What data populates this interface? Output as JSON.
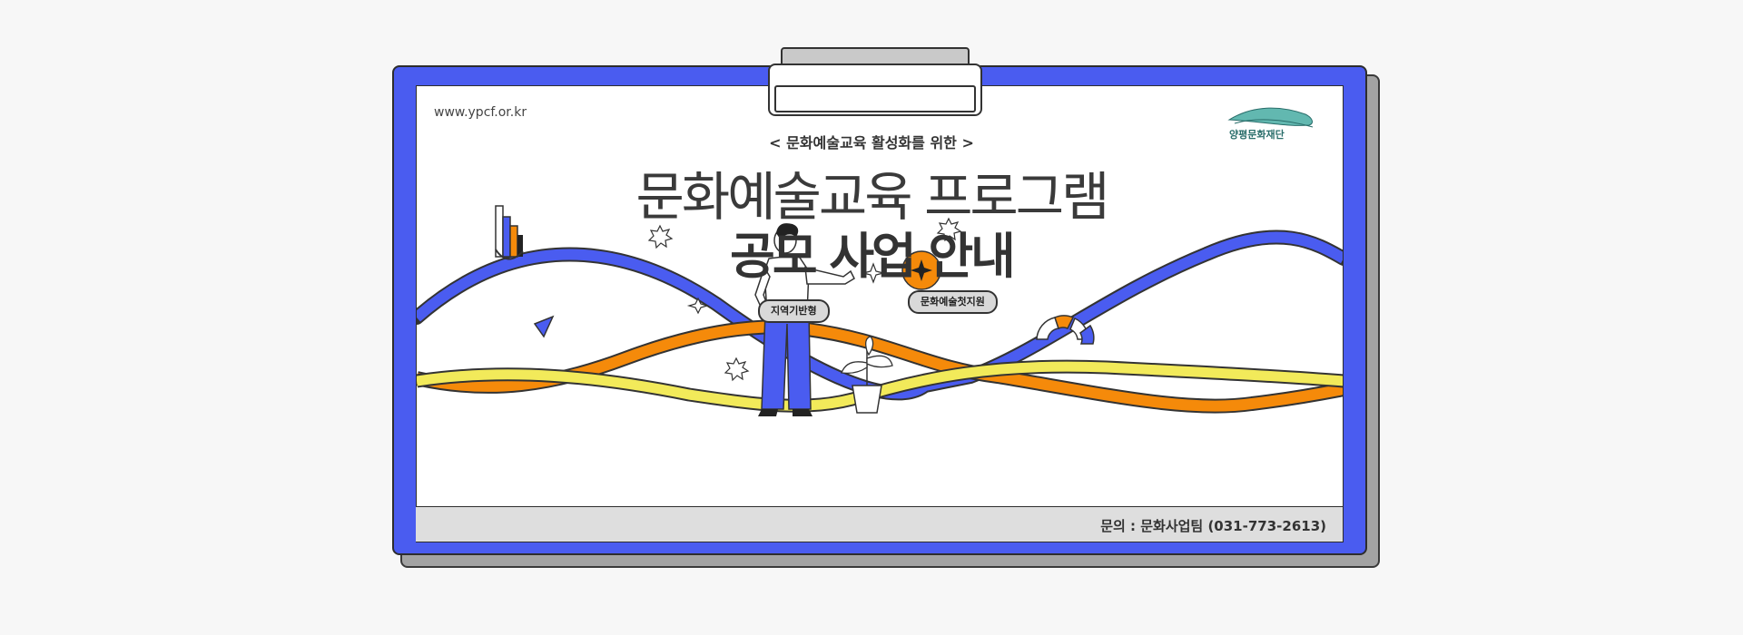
{
  "website": "www.ypcf.or.kr",
  "logo": {
    "name": "양평문화재단"
  },
  "eyebrow": "< 문화예술교육 활성화를 위한 >",
  "title": {
    "line1": "문화예술교육 프로그램",
    "line2": "공모 사업 안내"
  },
  "tags": {
    "left": "지역기반형",
    "right": "문화예술첫지원"
  },
  "footer": {
    "contact": "문의 : 문화사업팀 (031-773-2613)"
  },
  "colors": {
    "blue": "#4a5cf0",
    "orange": "#f58a0a",
    "yellow": "#f2ea5a",
    "gray": "#dedede",
    "dark": "#333333"
  }
}
